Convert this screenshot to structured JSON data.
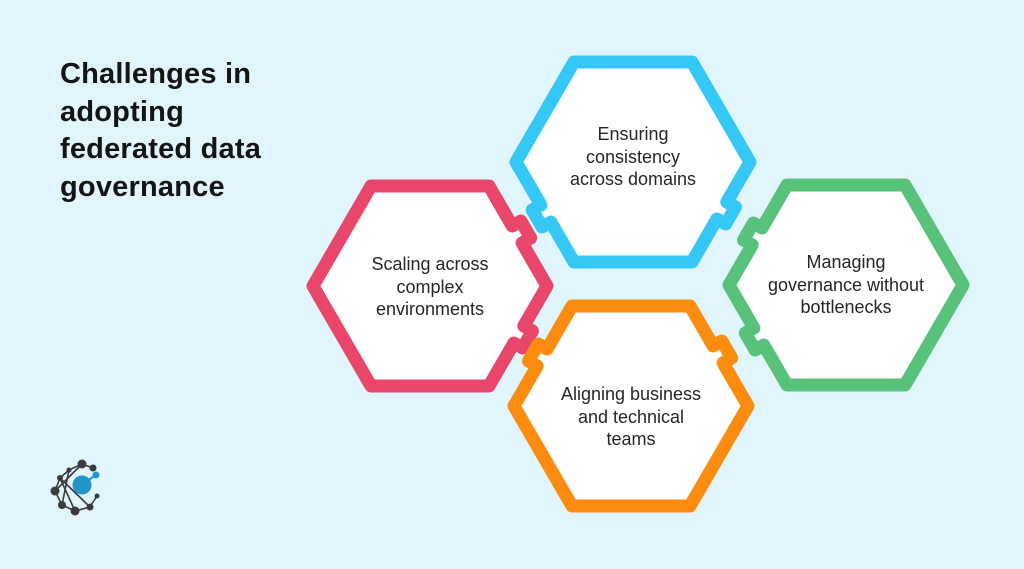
{
  "title": "Challenges in\nadopting\nfederated data\ngovernance",
  "colors": {
    "background": "#e1f5fc",
    "title_text": "#141414",
    "label_text": "#262626"
  },
  "hexagons": [
    {
      "id": "ensuring-consistency",
      "position": "top",
      "label": "Ensuring\nconsistency\nacross domains",
      "color": "#35c7f5"
    },
    {
      "id": "scaling-complex",
      "position": "left",
      "label": "Scaling across\ncomplex\nenvironments",
      "color": "#e8466b"
    },
    {
      "id": "managing-governance",
      "position": "right",
      "label": "Managing\ngovernance without\nbottlenecks",
      "color": "#58c17a"
    },
    {
      "id": "aligning-teams",
      "position": "bottom",
      "label": "Aligning business\nand technical\nteams",
      "color": "#fb8c0f"
    }
  ],
  "logo": {
    "name": "network-graph-logo",
    "primary_color": "#3b3b3b",
    "accent_color": "#2095c9"
  }
}
